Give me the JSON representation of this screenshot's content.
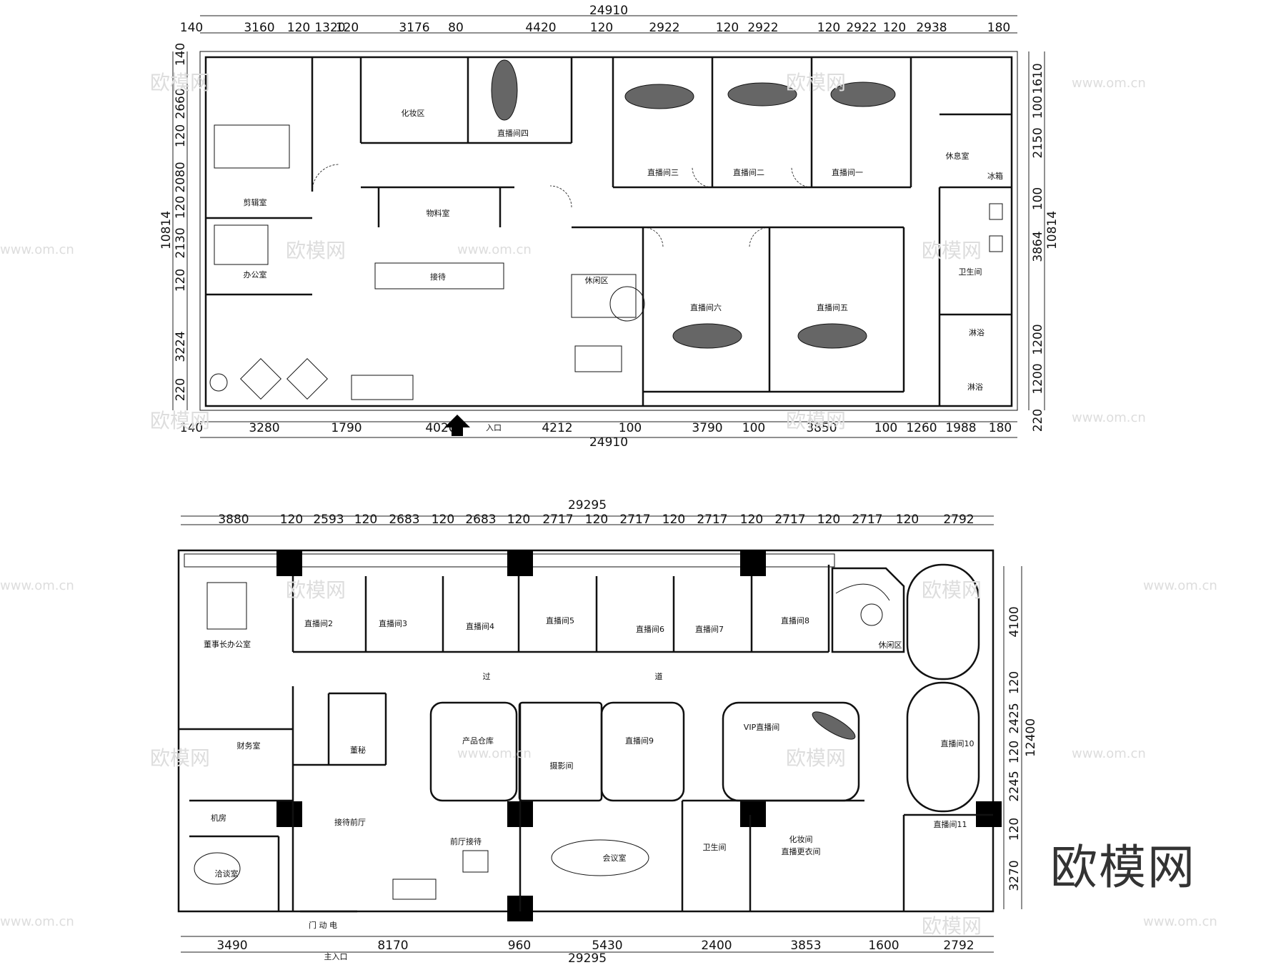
{
  "plan1": {
    "total_width": "24910",
    "top_dims": [
      "140",
      "3160",
      "120",
      "1320",
      "120",
      "3176",
      "80",
      "4420",
      "120",
      "2922",
      "120",
      "2922",
      "120",
      "2922",
      "120",
      "2938",
      "180"
    ],
    "bottom_dims": [
      "140",
      "3280",
      "1790",
      "4020",
      "4212",
      "100",
      "3790",
      "100",
      "3850",
      "100",
      "1260",
      "1988",
      "180"
    ],
    "left_dims": [
      "140",
      "2660",
      "120",
      "2080",
      "120",
      "2130",
      "120",
      "3224",
      "220"
    ],
    "left_total": "10814",
    "right_dims": [
      "1610",
      "100",
      "2150",
      "100",
      "3864",
      "1200",
      "1200"
    ],
    "right_total": "10814",
    "right_bottom": "220",
    "entrance": "入口",
    "rooms": {
      "makeup": "化妆区",
      "live4": "直播间四",
      "live3": "直播间三",
      "live2": "直播间二",
      "live1": "直播间一",
      "lounge": "休息室",
      "fridge": "冰箱",
      "edit": "剪辑室",
      "material": "物料室",
      "office": "办公室",
      "reception": "接待",
      "leisure": "休闲区",
      "live6": "直播间六",
      "live5": "直播间五",
      "toilet": "卫生间",
      "shower1": "淋浴",
      "shower2": "淋浴"
    }
  },
  "plan2": {
    "total_width": "29295",
    "top_dims": [
      "3880",
      "120",
      "2593",
      "120",
      "2683",
      "120",
      "2683",
      "120",
      "2717",
      "120",
      "2717",
      "120",
      "2717",
      "120",
      "2717",
      "120",
      "2717",
      "120",
      "2792"
    ],
    "bottom_dims": [
      "3490",
      "8170",
      "960",
      "5430",
      "2400",
      "3853",
      "1600",
      "2792"
    ],
    "right_dims": [
      "4100",
      "120",
      "2425",
      "120",
      "2245",
      "120",
      "3270"
    ],
    "right_total": "12400",
    "main_entrance": "主入口",
    "auto_door": "门 动 电",
    "rooms": {
      "chairman": "董事长办公室",
      "live2": "直播间2",
      "live3": "直播间3",
      "live4": "直播间4",
      "live5": "直播间5",
      "live6": "直播间6",
      "live7": "直播间7",
      "live8": "直播间8",
      "leisure": "休闲区",
      "corridor_a": "过",
      "corridor_b": "道",
      "finance": "财务室",
      "secretary": "董秘",
      "warehouse": "产品仓库",
      "photo": "摄影间",
      "live9": "直播间9",
      "vip": "VIP直播间",
      "live10": "直播间10",
      "server": "机房",
      "front_desk": "接待前厅",
      "front_reception": "前厅接待",
      "negotiation": "洽谈室",
      "meeting": "会议室",
      "toilet": "卫生间",
      "makeup": "化妆间",
      "changing": "直播更衣间",
      "live11": "直播间11"
    }
  },
  "watermark": "欧模网",
  "watermark_url": "www.om.cn"
}
